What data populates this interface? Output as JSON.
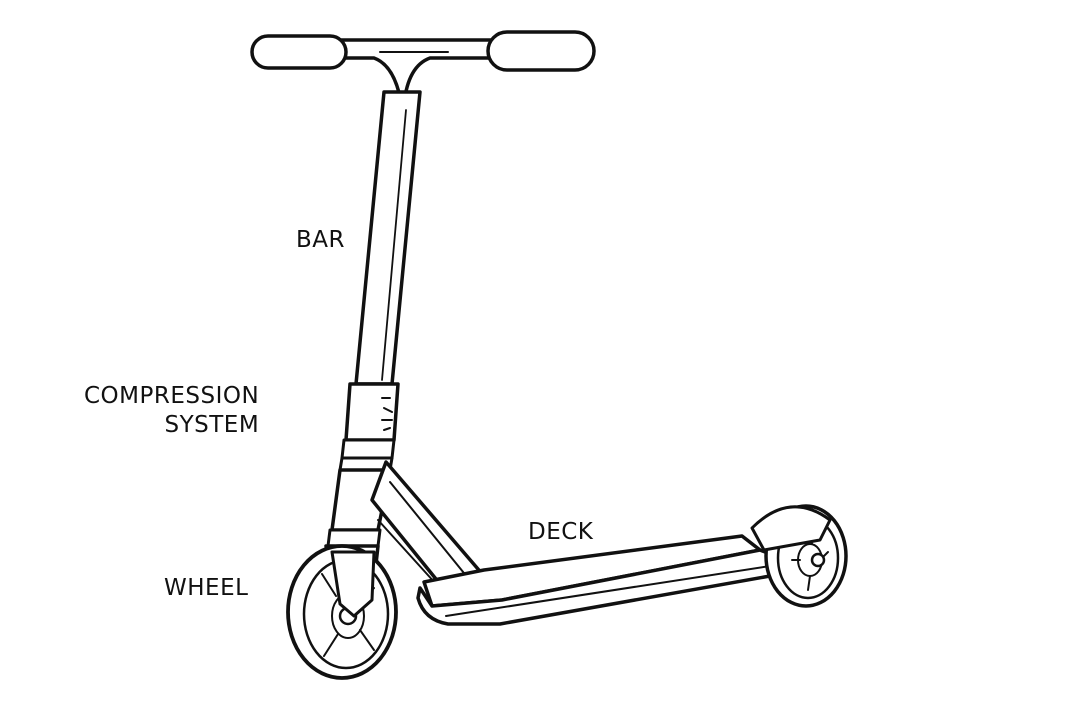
{
  "labels": {
    "bar": "BAR",
    "compression_line1": "COMPRESSION",
    "compression_line2": "SYSTEM",
    "deck": "DECK",
    "wheel": "WHEEL"
  },
  "colors": {
    "ink": "#111111",
    "background": "#ffffff"
  }
}
